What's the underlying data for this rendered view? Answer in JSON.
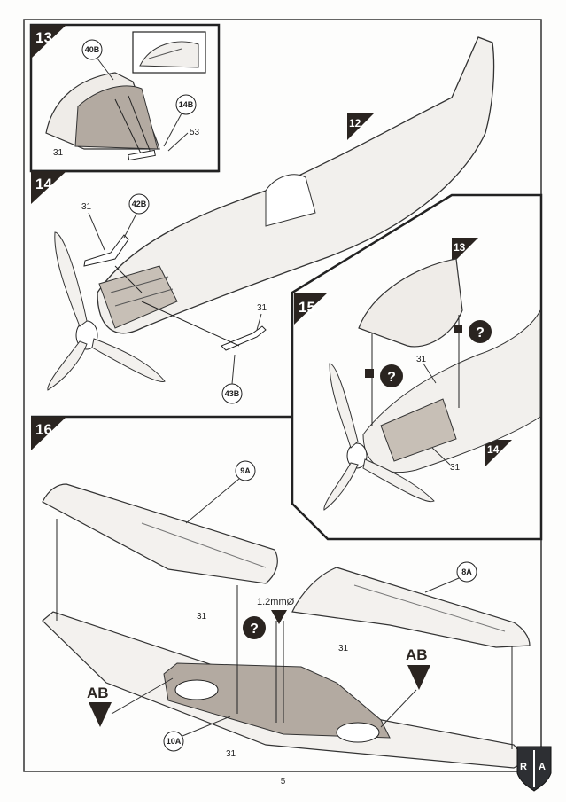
{
  "page_number": "5",
  "steps": [
    {
      "number": "13",
      "parts": [
        "40B",
        "14B",
        "53",
        "31"
      ]
    },
    {
      "number": "14",
      "parts": [
        "31",
        "42B",
        "31",
        "43B"
      ],
      "ref_step": "12"
    },
    {
      "number": "15",
      "parts": [
        "31",
        "31"
      ],
      "ref_steps": [
        "13",
        "14"
      ]
    },
    {
      "number": "16",
      "parts": [
        "9A",
        "31",
        "8A",
        "31",
        "10A",
        "31"
      ],
      "drill_size": "1.2mmØ",
      "markers": [
        "AB",
        "AB"
      ]
    }
  ],
  "question_symbol": "?",
  "watermark": {
    "letters": "RA"
  }
}
